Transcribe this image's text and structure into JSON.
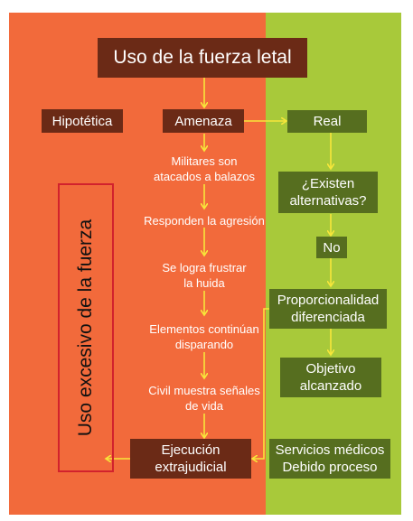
{
  "title": "Uso de la fuerza letal",
  "left_panel": {
    "hipotetica": "Hipotética",
    "amenaza": "Amenaza",
    "steps": [
      {
        "line1": "Militares son",
        "line2": "atacados a balazos"
      },
      {
        "line1": "Responden la agresión",
        "line2": ""
      },
      {
        "line1": "Se logra frustrar",
        "line2": "la huida"
      },
      {
        "line1": "Elementos continúan",
        "line2": "disparando"
      },
      {
        "line1": "Civil muestra señales",
        "line2": "de vida"
      }
    ],
    "ejecucion": {
      "line1": "Ejecución",
      "line2": "extrajudicial"
    },
    "vertical_label": "Uso excesivo de la fuerza"
  },
  "right_panel": {
    "real": "Real",
    "alternativas": {
      "line1": "¿Existen",
      "line2": "alternativas?"
    },
    "no": "No",
    "proporcionalidad": {
      "line1": "Proporcionalidad",
      "line2": "diferenciada"
    },
    "objetivo": {
      "line1": "Objetivo",
      "line2": "alcanzado"
    },
    "servicios": {
      "line1": "Servicios médicos",
      "line2": "Debido proceso"
    }
  },
  "colors": {
    "orange_bg": "#f26a3b",
    "green_bg": "#a8c93a",
    "dark_box": "#6b2a16",
    "olive_box": "#566e1f",
    "arrow": "#f7e63a",
    "vertical_border": "#d2222d"
  }
}
